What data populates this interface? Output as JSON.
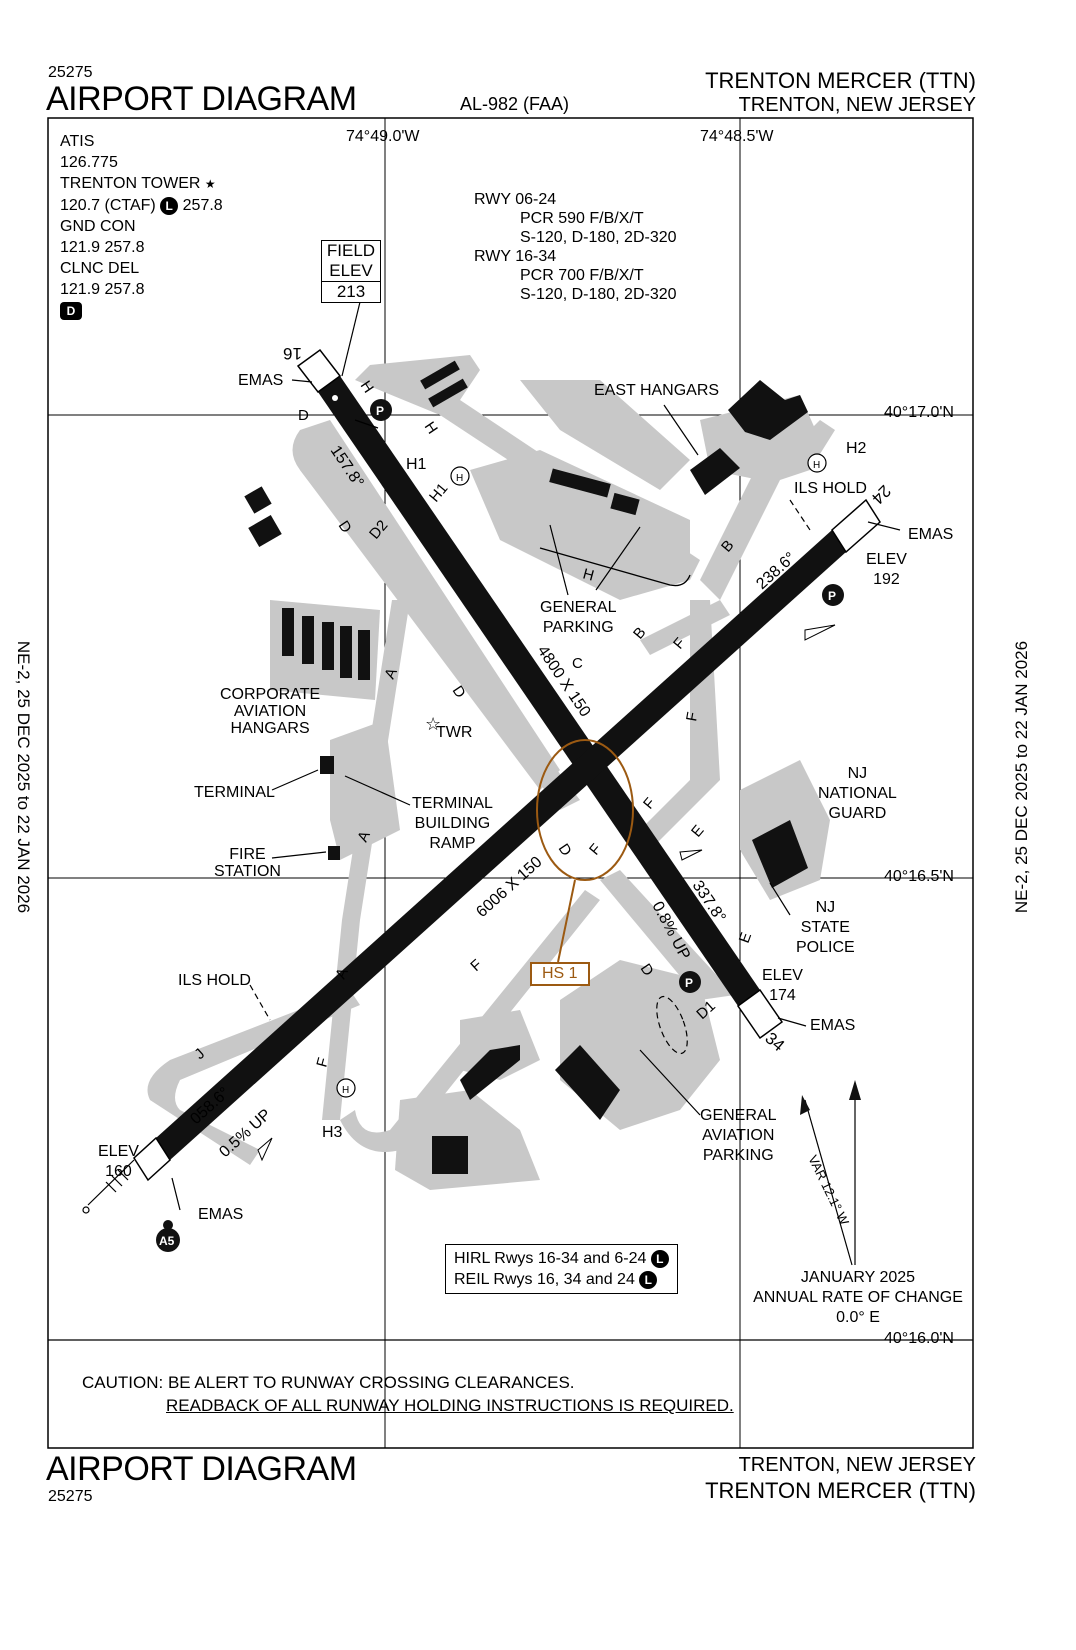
{
  "header": {
    "procedure_number_top": "25275",
    "title_top": "AIRPORT DIAGRAM",
    "doc_code": "AL-982 (FAA)",
    "airport_name_top": "TRENTON MERCER (TTN)",
    "city_top": "TRENTON, NEW JERSEY"
  },
  "footer": {
    "title_bottom": "AIRPORT DIAGRAM",
    "procedure_number_bottom": "25275",
    "city_bottom": "TRENTON, NEW JERSEY",
    "airport_name_bottom": "TRENTON MERCER (TTN)"
  },
  "side_labels": {
    "left": "NE-2,  25 DEC 2025  to  22 JAN 2026",
    "right": "NE-2,  25 DEC 2025  to  22 JAN 2026"
  },
  "coordinates": {
    "lon_1": "74°49.0'W",
    "lon_2": "74°48.5'W",
    "lat_1": "40°17.0'N",
    "lat_2": "40°16.5'N",
    "lat_3": "40°16.0'N"
  },
  "frequencies": {
    "atis_label": "ATIS",
    "atis_freq": "126.775",
    "tower_label": "TRENTON TOWER",
    "tower_star": "★",
    "tower_freq_a": "120.7  (CTAF)",
    "tower_badge": "L",
    "tower_freq_b": "257.8",
    "gnd_label": "GND CON",
    "gnd_freq": "121.9  257.8",
    "clnc_label": "CLNC DEL",
    "clnc_freq": "121.9  257.8",
    "d_badge": "D"
  },
  "runway_info": {
    "rwy1_label": "RWY 06-24",
    "rwy1_pcr": "PCR 590 F/B/X/T",
    "rwy1_wt": "S-120, D-180, 2D-320",
    "rwy2_label": "RWY 16-34",
    "rwy2_pcr": "PCR 700 F/B/X/T",
    "rwy2_wt": "S-120, D-180, 2D-320"
  },
  "field_elev": {
    "line1": "FIELD",
    "line2": "ELEV",
    "value": "213"
  },
  "runways": {
    "rwy16_34_dims": "4800 X 150",
    "rwy06_24_dims": "6006 X 150",
    "rwy16_label": "16",
    "rwy34_label": "34",
    "rwy24_label": "24",
    "hdg_157": "157.8°",
    "hdg_337": "337.8°",
    "hdg_238": "238.6°",
    "hdg_058": "058.6°",
    "grad_06": "0.5% UP",
    "grad_34": "0.8% UP",
    "elev_label": "ELEV",
    "elev_24": "192",
    "elev_34": "174",
    "elev_06": "160",
    "emas": "EMAS",
    "ils_hold": "ILS HOLD"
  },
  "taxiways": [
    "H",
    "H",
    "D",
    "D2",
    "D",
    "H1",
    "A",
    "D",
    "C",
    "B",
    "B",
    "F",
    "F",
    "F",
    "E",
    "E",
    "D",
    "F",
    "D",
    "F",
    "A",
    "A",
    "J",
    "F",
    "D1",
    "H"
  ],
  "facilities": {
    "east_hangars": "EAST HANGARS",
    "general_parking_1": "GENERAL",
    "general_parking_2": "PARKING",
    "corp_1": "CORPORATE",
    "corp_2": "AVIATION",
    "corp_3": "HANGARS",
    "twr": "TWR",
    "terminal": "TERMINAL",
    "tbr_1": "TERMINAL",
    "tbr_2": "BUILDING",
    "tbr_3": "RAMP",
    "fire_1": "FIRE",
    "fire_2": "STATION",
    "ng_1": "NJ",
    "ng_2": "NATIONAL",
    "ng_3": "GUARD",
    "sp_1": "NJ",
    "sp_2": "STATE",
    "sp_3": "POLICE",
    "ga_1": "GENERAL",
    "ga_2": "AVIATION",
    "ga_3": "PARKING",
    "h1": "H1",
    "h2": "H2",
    "h3": "H3",
    "helipad_h": "H",
    "parking_p": "P",
    "a5": "A5"
  },
  "hotspot": {
    "label": "HS 1",
    "color": "#9c5a12"
  },
  "lighting": {
    "line1": "HIRL Rwys 16-34 and 6-24",
    "line2": "REIL Rwys 16, 34 and 24",
    "badge": "L"
  },
  "magnetic": {
    "var": "VAR 12.1° W",
    "date": "JANUARY 2025",
    "rate_label": "ANNUAL RATE OF CHANGE",
    "rate": "0.0° E"
  },
  "caution": {
    "prefix": "CAUTION:",
    "line1": "BE ALERT TO RUNWAY CROSSING CLEARANCES.",
    "line2": "READBACK OF ALL RUNWAY HOLDING INSTRUCTIONS IS REQUIRED."
  },
  "colors": {
    "pavement": "#c8c8c8",
    "runway": "#111111",
    "hotspot": "#9c5a12"
  }
}
